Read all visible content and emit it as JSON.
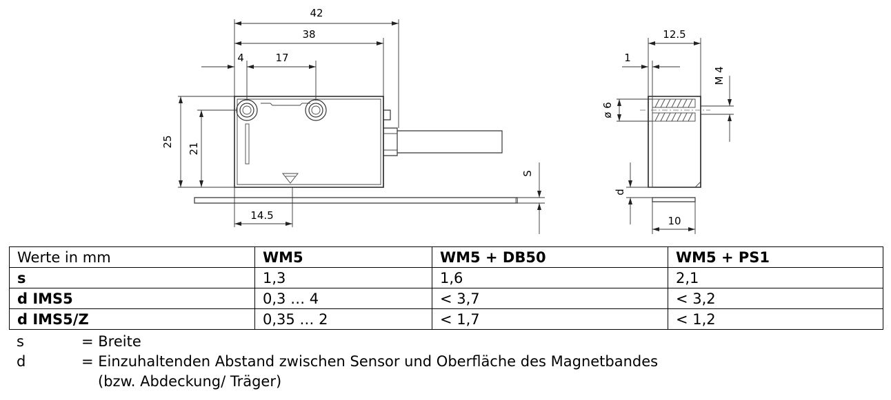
{
  "drawing": {
    "front": {
      "dim_overall_length": "42",
      "dim_body_length": "38",
      "dim_edge_to_hole": "4",
      "dim_hole_spacing": "17",
      "dim_height": "25",
      "dim_hole_height": "21",
      "dim_sensor_offset": "14.5",
      "dim_tape_width": "S"
    },
    "side": {
      "dim_width": "12.5",
      "dim_step": "1",
      "dim_bore_diameter": "ø 6",
      "dim_thread": "M 4",
      "dim_gap": "d",
      "dim_tape_length": "10"
    }
  },
  "table": {
    "headers": [
      "Werte in mm",
      "WM5",
      "WM5 + DB50",
      "WM5 + PS1"
    ],
    "rows": [
      [
        "s",
        "1,3",
        "1,6",
        "2,1"
      ],
      [
        "d IMS5",
        "0,3 … 4",
        "< 3,7",
        "< 3,2"
      ],
      [
        "d IMS5/Z",
        "0,35 … 2",
        "< 1,7",
        "< 1,2"
      ]
    ]
  },
  "legend": {
    "s_symbol": "s",
    "s_text": "= Breite",
    "d_symbol": "d",
    "d_text": "= Einzuhaltenden Abstand zwischen Sensor und Oberfläche des Magnetbandes",
    "d_text_cont": "(bzw. Abdeckung/ Träger)"
  }
}
